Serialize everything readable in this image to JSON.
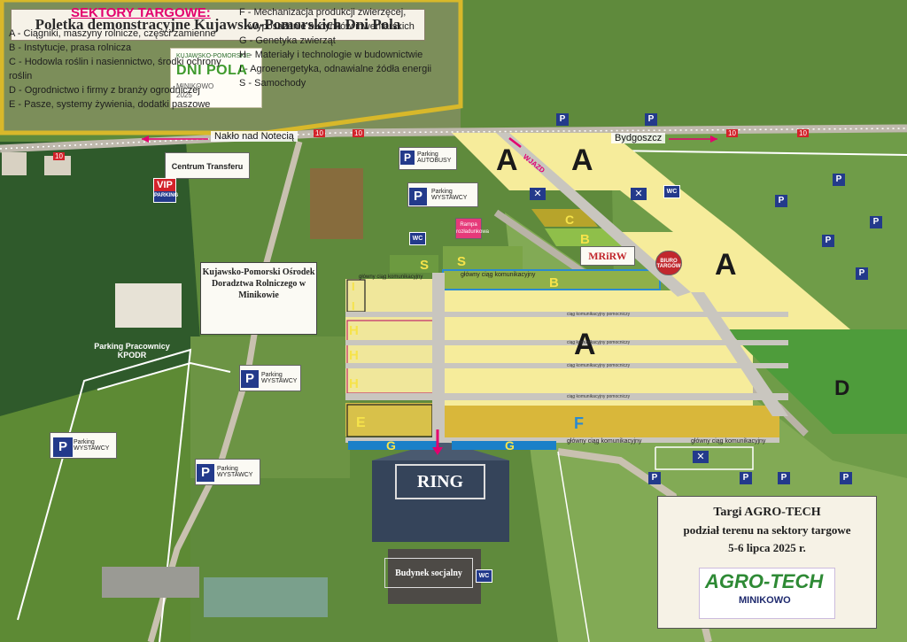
{
  "title": "Poletka demonstracyjne Kujawsko-Pomorskich Dni Pola",
  "dni_pola_logo": {
    "line1": "KUJAWSKO-POMORSKIE",
    "line2": "DNI POLA",
    "line3": "MINIKOWO",
    "line4": "2025"
  },
  "legend": {
    "heading": "SEKTORY TARGOWE:",
    "items_left": [
      "A - Ciągniki, maszyny rolnicze, części zamienne",
      "B - Instytucje, prasa rolnicza",
      "C - Hodowla roślin i nasiennictwo, środki ochrony roślin",
      "D - Ogrodnictwo i firmy z branży ogrodniczej",
      "E - Pasze, systemy żywienia, dodatki paszowe"
    ],
    "items_right": [
      "F - Mechanizacja produkcji zwierzęcej,",
      "wyposażenie budynków inwentarskich",
      "G - Genetyka zwierząt",
      "H - Materiały i technologie w budownictwie",
      "I - Agroenergetyka, odnawialne źódła energii",
      "S - Samochody"
    ]
  },
  "roads": {
    "naklo": "Nakło nad Notecią",
    "bydgoszcz": "Bydgoszcz",
    "road_number": "10"
  },
  "places": {
    "centrum_transferu": "Centrum Transferu",
    "vip_top": "VIP",
    "vip_bottom": "PARKING",
    "parking_autobusy": "Parking AUTOBUSY",
    "parking_wystawcy": "Parking WYSTAWCY",
    "parking_kpodr": "Parking Pracownicy KPODR",
    "rampa": "Rampa rozładunkowa",
    "wc": "WC",
    "mrirw": "MRiRW",
    "biuro": "BIURO TARGÓW",
    "kpodr": "Kujawsko-Pomorski Ośrodek Doradztwa Rolniczego w Minikowie",
    "ring": "RING",
    "budynek_socjalny": "Budynek socjalny"
  },
  "corridors": {
    "main": "główny ciąg komunikacyjny",
    "aux": "ciąg komunikacyjny pomocniczy",
    "wjazd": "WJAZD"
  },
  "sectors": [
    "A",
    "A",
    "A",
    "A",
    "B",
    "B",
    "C",
    "D",
    "E",
    "F",
    "G",
    "G",
    "H",
    "H",
    "H",
    "I",
    "I",
    "S",
    "S"
  ],
  "info": {
    "line1": "Targi AGRO-TECH",
    "line2": "podział terenu na sektory targowe",
    "line3": "5-6 lipca 2025 r.",
    "logo_name": "AGRO-TECH",
    "logo_place": "MINIKOWO"
  },
  "colors": {
    "sector_yellow": "#f6ec9b",
    "sector_dark": "#d9b73a",
    "sector_d": "#4e9c3b",
    "parking_blue": "#233a8b",
    "g_blue": "#1a80c8",
    "accent_pink": "#e3006e"
  }
}
